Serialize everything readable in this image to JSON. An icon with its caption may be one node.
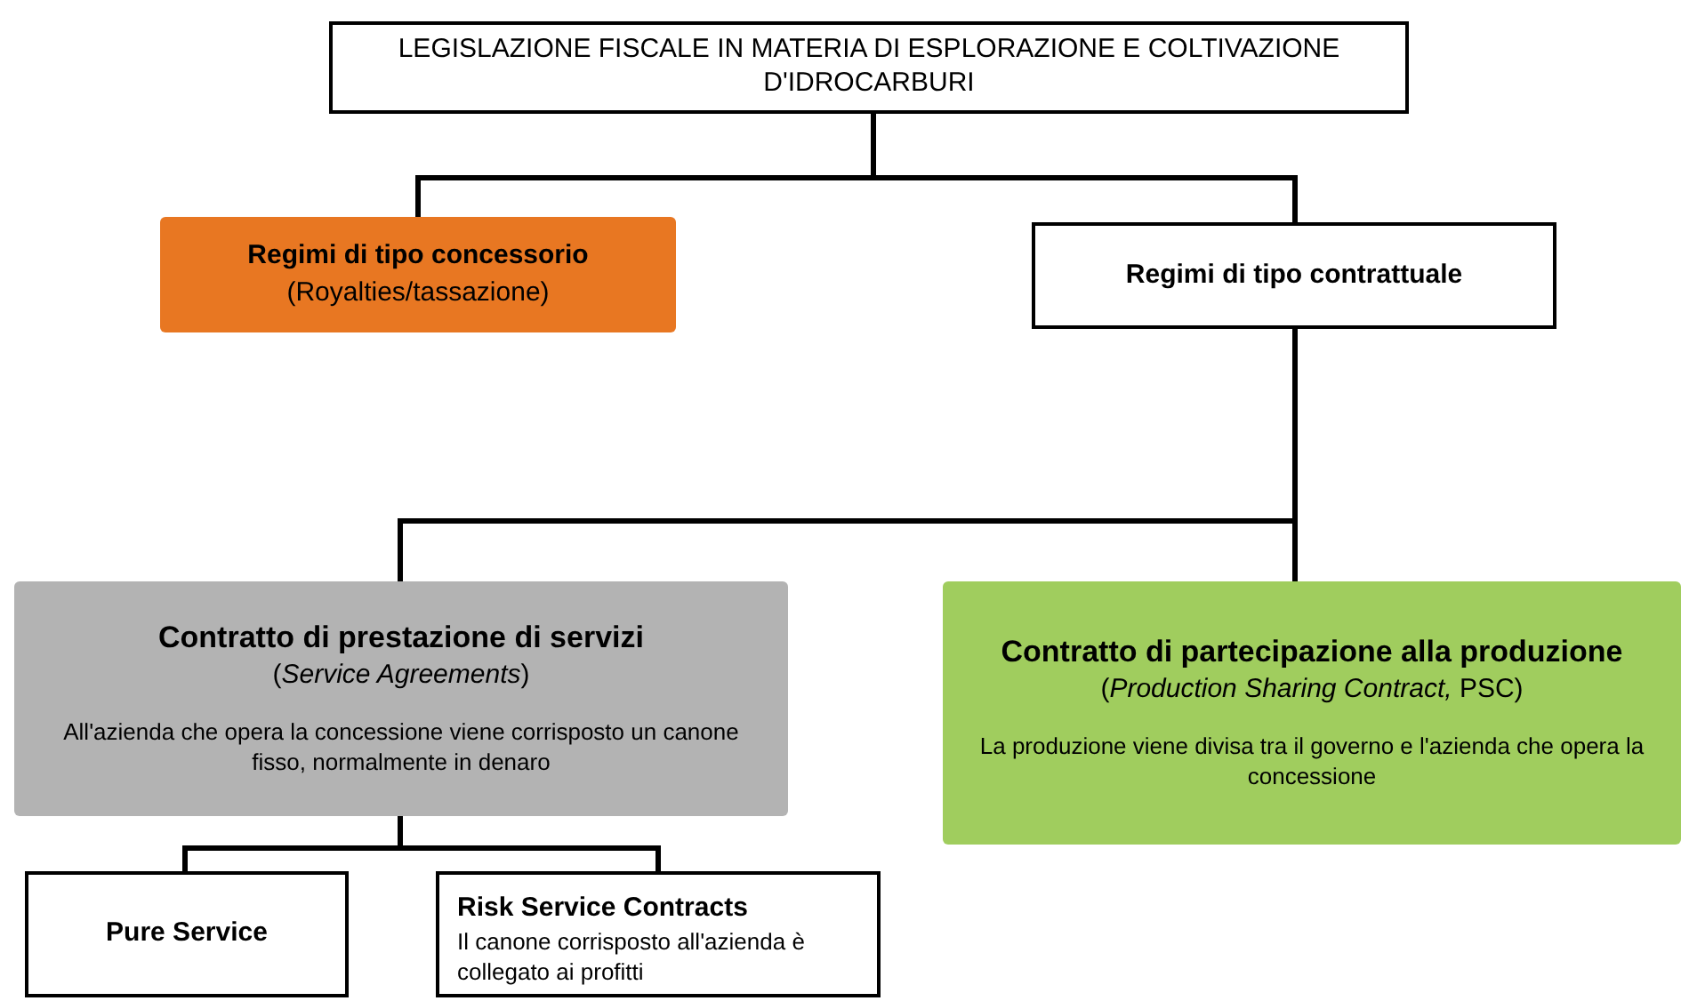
{
  "diagram": {
    "nodes": [
      {
        "text": [
          "LEGISLAZIONE FISCALE  IN MATERIA DI ESPLORAZIONE E COLTIVAZIONE D'IDROCARBURI"
        ]
      },
      {
        "text": [
          "Regimi di tipo concessorio",
          "(Royalties/tassazione)"
        ]
      },
      {
        "text": [
          "Regimi di tipo contrattuale"
        ]
      },
      {
        "text": [
          "Contratto di prestazione di servizi",
          "(*Service Agreements*)",
          "All'azienda che opera la concessione viene corrisposto un canone fisso, normalmente in denaro"
        ]
      },
      {
        "text": [
          "Contratto di partecipazione alla produzione",
          "(*Production Sharing Contract,* PSC)",
          "La produzione viene divisa tra il governo e l'azienda che opera la concessione"
        ]
      },
      {
        "text": [
          "Pure Service"
        ]
      },
      {
        "text": [
          "Risk Service Contracts",
          "Il canone corrisposto all'azienda è collegato ai profitti"
        ]
      }
    ],
    "edges": [
      {
        "from": 0,
        "to": 1,
        "arrow": "none"
      },
      {
        "from": 0,
        "to": 2,
        "arrow": "none"
      },
      {
        "from": 2,
        "to": 3,
        "arrow": "none"
      },
      {
        "from": 2,
        "to": 4,
        "arrow": "none"
      },
      {
        "from": 3,
        "to": 5,
        "arrow": "none"
      },
      {
        "from": 3,
        "to": 6,
        "arrow": "none"
      }
    ]
  }
}
